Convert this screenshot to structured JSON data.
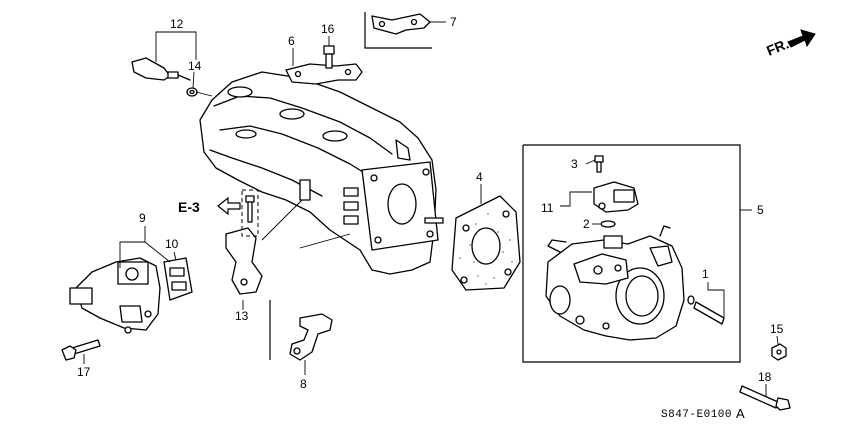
{
  "diagram": {
    "callouts": [
      {
        "id": "c1",
        "text": "1"
      },
      {
        "id": "c2",
        "text": "2"
      },
      {
        "id": "c3",
        "text": "3"
      },
      {
        "id": "c4",
        "text": "4"
      },
      {
        "id": "c5",
        "text": "5"
      },
      {
        "id": "c6",
        "text": "6"
      },
      {
        "id": "c7",
        "text": "7"
      },
      {
        "id": "c8",
        "text": "8"
      },
      {
        "id": "c9",
        "text": "9"
      },
      {
        "id": "c10",
        "text": "10"
      },
      {
        "id": "c11",
        "text": "11"
      },
      {
        "id": "c12",
        "text": "12"
      },
      {
        "id": "c13",
        "text": "13"
      },
      {
        "id": "c14",
        "text": "14"
      },
      {
        "id": "c15",
        "text": "15"
      },
      {
        "id": "c16",
        "text": "16"
      },
      {
        "id": "c17",
        "text": "17"
      },
      {
        "id": "c18",
        "text": "18"
      }
    ],
    "reference_label": "E-3",
    "direction_label": "FR.",
    "diagram_code": "S847-E0100",
    "diagram_revision": "A"
  }
}
